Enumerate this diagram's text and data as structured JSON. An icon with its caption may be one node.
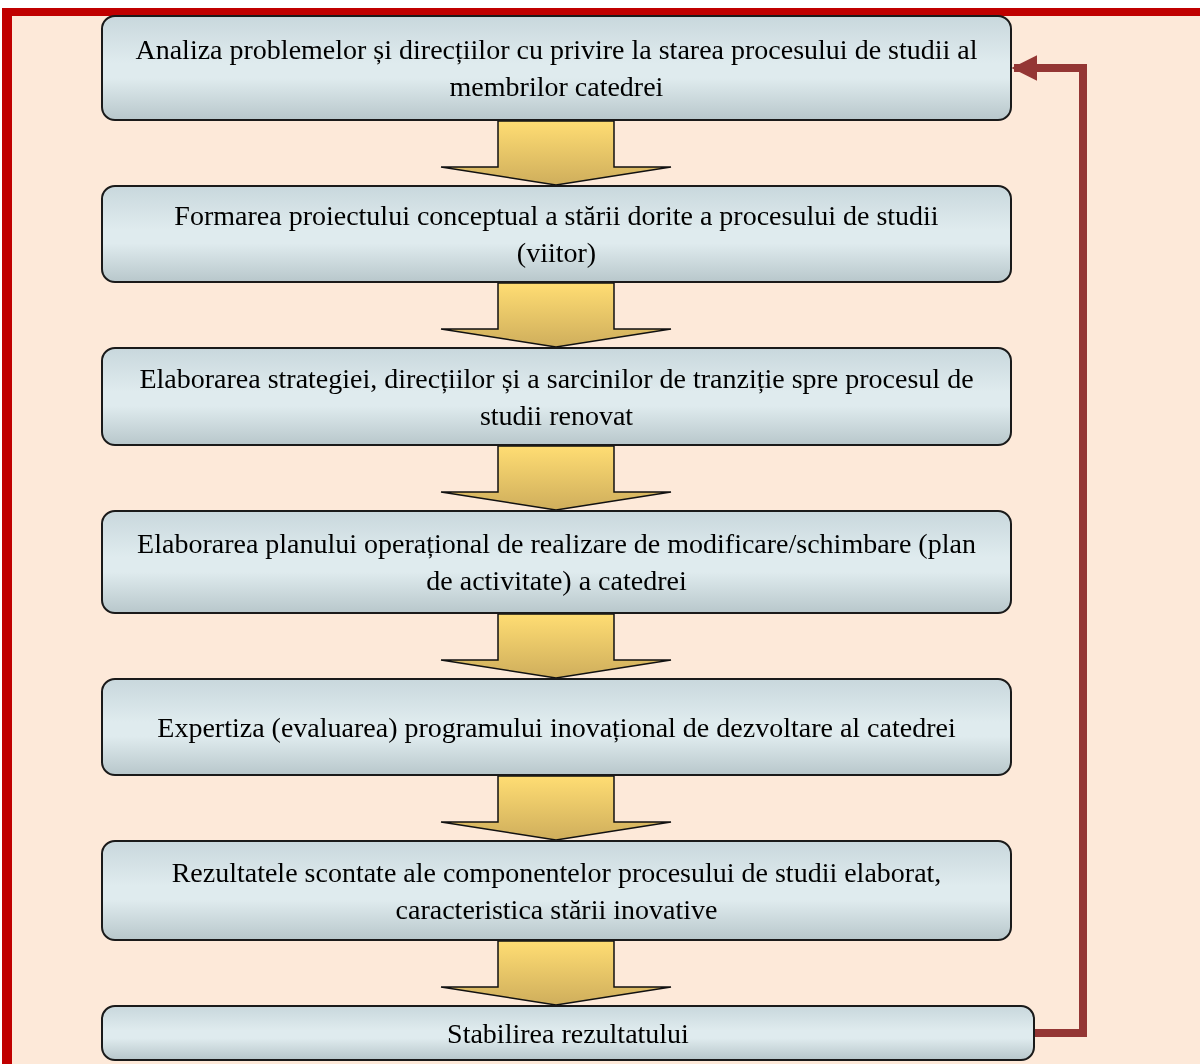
{
  "diagram": {
    "nodes": [
      {
        "text": [
          "Analiza problemelor și direcțiilor cu privire la starea procesului de studii al membrilor catedrei"
        ]
      },
      {
        "text": [
          "Formarea proiectului conceptual a stării dorite a procesului de studii (viitor)"
        ]
      },
      {
        "text": [
          "Elaborarea strategiei, direcțiilor și a sarcinilor de tranziție spre procesul de studii renovat"
        ]
      },
      {
        "text": [
          "Elaborarea planului operațional de realizare de modificare/schimbare (plan de activitate) a catedrei"
        ]
      },
      {
        "text": [
          "Expertiza (evaluarea) programului inovațional de dezvoltare al catedrei"
        ]
      },
      {
        "text": [
          "Rezultatele scontate ale componentelor procesului de studii elaborat, caracteristica stării inovative"
        ]
      },
      {
        "text": [
          "Stabilirea rezultatului"
        ]
      }
    ],
    "edges": [
      {
        "from": 0,
        "to": 1,
        "arrow": "to"
      },
      {
        "from": 1,
        "to": 2,
        "arrow": "to"
      },
      {
        "from": 2,
        "to": 3,
        "arrow": "to"
      },
      {
        "from": 3,
        "to": 4,
        "arrow": "to"
      },
      {
        "from": 4,
        "to": 5,
        "arrow": "to"
      },
      {
        "from": 5,
        "to": 6,
        "arrow": "to"
      },
      {
        "from": 6,
        "to": 0,
        "arrow": "to",
        "color": "#943634"
      }
    ]
  }
}
